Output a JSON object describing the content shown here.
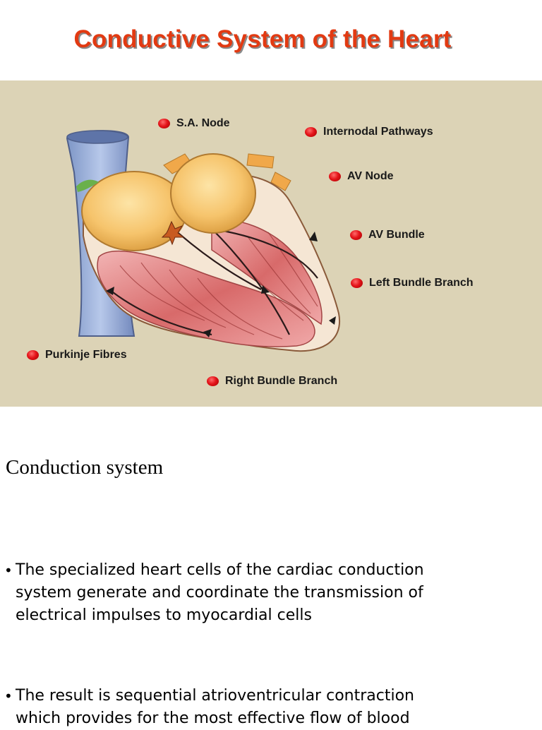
{
  "title": "Conductive System of the Heart",
  "figure": {
    "labels": {
      "sa_node": "S.A. Node",
      "internodal": "Internodal Pathways",
      "av_node": "AV Node",
      "av_bundle": "AV Bundle",
      "left_bundle": "Left Bundle Branch",
      "purkinje": "Purkinje Fibres",
      "right_bundle": "Right Bundle Branch"
    },
    "marker_color": "#e4141a",
    "background_color": "#dcd3b6"
  },
  "subtitle": "Conduction system",
  "bullets": [
    "The specialized heart cells of the cardiac conduction system generate and coordinate the transmission of electrical impulses to myocardial cells",
    "The result is sequential atrioventricular contraction which provides  for the most effective flow of blood"
  ],
  "title_color": "#e23a12"
}
